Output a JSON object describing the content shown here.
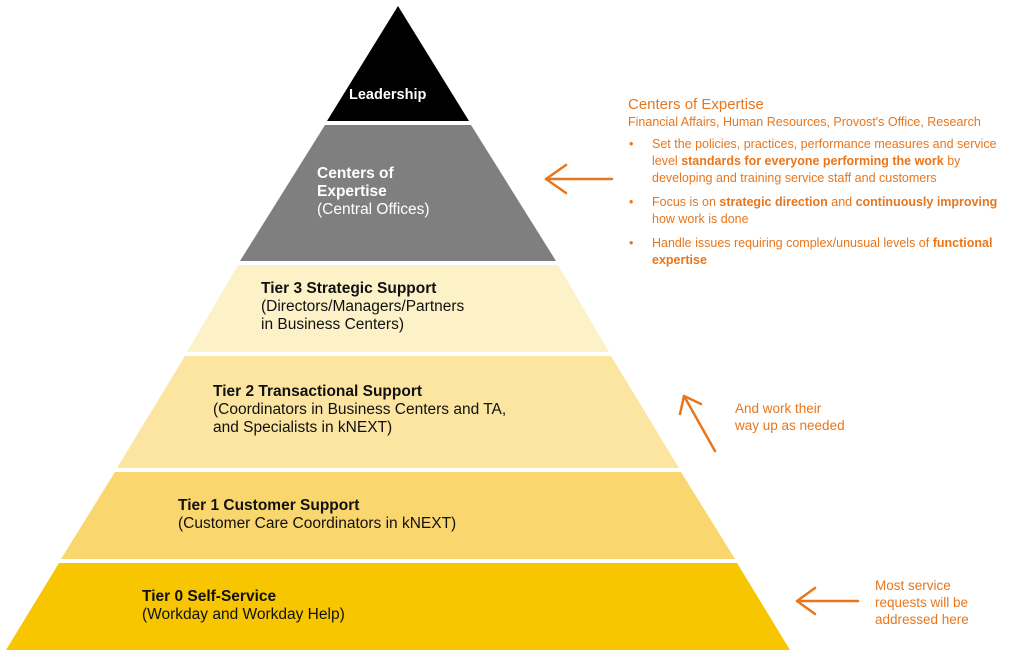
{
  "colors": {
    "leadership": "#000000",
    "coe": "#7f7f7f",
    "tier3": "#fdf1c7",
    "tier2": "#fbe5a1",
    "tier1": "#f9d66e",
    "tier0": "#f7c600",
    "accent": "#e8761c"
  },
  "pyramid": {
    "leadership": {
      "title": "Leadership"
    },
    "coe": {
      "title_line1": "Centers of",
      "title_line2": "Expertise",
      "subtitle": "(Central  Offices)"
    },
    "tier3": {
      "title": "Tier 3 Strategic Support",
      "line1": "(Directors/Managers/Partners",
      "line2": "in Business Centers)"
    },
    "tier2": {
      "title": "Tier 2 Transactional Support",
      "line1": "(Coordinators  in Business Centers and TA,",
      "line2": "and Specialists in kNEXT)"
    },
    "tier1": {
      "title": "Tier 1 Customer  Support",
      "line1": "(Customer  Care  Coordinators  in kNEXT)"
    },
    "tier0": {
      "title": "Tier 0 Self-Service",
      "line1": "(Workday  and  Workday Help)"
    }
  },
  "coe_panel": {
    "title": "Centers of Expertise",
    "subtitle": "Financial Affairs, Human Resources, Provost's Office, Research",
    "bullet_glyph": "•",
    "bullets": [
      {
        "pre": "Set the policies, practices, performance measures and service level ",
        "bold": "standards for everyone performing the work",
        "post": " by developing and training service staff and customers"
      },
      {
        "pre": "Focus is on ",
        "bold": "strategic direction",
        "mid": " and ",
        "bold2": "continuously improving",
        "post": " how work is done"
      },
      {
        "pre": "Handle issues requiring complex/unusual levels of ",
        "bold": "functional expertise",
        "post": ""
      }
    ]
  },
  "notes": {
    "work_up_line1": "And work their",
    "work_up_line2": "way up as needed",
    "most_line1": "Most service",
    "most_line2": "requests will be",
    "most_line3": "addressed here"
  },
  "icons": [
    "arrow-left-icon",
    "arrow-up-left-icon"
  ]
}
